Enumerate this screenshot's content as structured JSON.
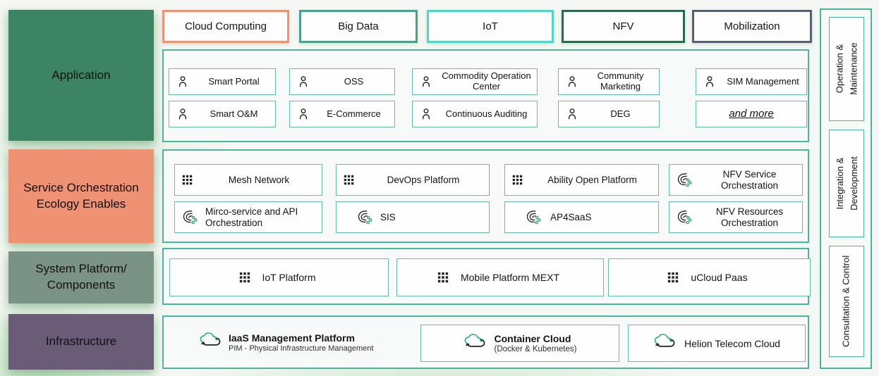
{
  "left_rows": [
    {
      "label": "Application",
      "color": "#3C8464"
    },
    {
      "label": "Service Orchestration Ecology Enables",
      "color": "#EF9173"
    },
    {
      "label": "System Platform/ Components",
      "color": "#7B9386"
    },
    {
      "label": "Infrastructure",
      "color": "#6A5B76"
    }
  ],
  "top_tabs": [
    {
      "label": "Cloud Computing",
      "border": "#EF9173"
    },
    {
      "label": "Big Data",
      "border": "#4AA188"
    },
    {
      "label": "IoT",
      "border": "#4FD6C4"
    },
    {
      "label": "NFV",
      "border": "#2D6B50"
    },
    {
      "label": "Mobilization",
      "border": "#57616F"
    }
  ],
  "application": {
    "items": [
      {
        "label": "Smart Portal",
        "icon": "person"
      },
      {
        "label": "OSS",
        "icon": "person"
      },
      {
        "label": "Commodity Operation Center",
        "icon": "person"
      },
      {
        "label": "Community Marketing",
        "icon": "person"
      },
      {
        "label": "SIM Management",
        "icon": "person"
      },
      {
        "label": "Smart O&M",
        "icon": "person"
      },
      {
        "label": "E-Commerce",
        "icon": "person"
      },
      {
        "label": "Continuous Auditing",
        "icon": "person"
      },
      {
        "label": "DEG",
        "icon": "person"
      },
      {
        "label": "and more",
        "icon": "none"
      }
    ]
  },
  "service_orchestration": {
    "items": [
      {
        "label": "Mesh Network",
        "icon": "grid"
      },
      {
        "label": "DevOps Platform",
        "icon": "grid"
      },
      {
        "label": "Ability Open Platform",
        "icon": "grid"
      },
      {
        "label": "NFV Service Orchestration",
        "icon": "orchestration"
      },
      {
        "label": "Mirco-service and API Orchestration",
        "icon": "orchestration"
      },
      {
        "label": "SIS",
        "icon": "orchestration"
      },
      {
        "label": "AP4SaaS",
        "icon": "orchestration"
      },
      {
        "label": "NFV Resources Orchestration",
        "icon": "orchestration"
      }
    ]
  },
  "system_platform": {
    "items": [
      {
        "label": "IoT Platform",
        "icon": "grid"
      },
      {
        "label": "Mobile Platform MEXT",
        "icon": "grid"
      },
      {
        "label": "uCloud Paas",
        "icon": "grid"
      }
    ]
  },
  "infrastructure": {
    "items": [
      {
        "title": "IaaS Management Platform",
        "subtitle": "PIM - Physical Infrastructure Management",
        "icon": "cloud-sync"
      },
      {
        "title": "Container Cloud",
        "subtitle": "(Docker & Kubernetes)",
        "icon": "cloud-sync"
      },
      {
        "title": "Helion Telecom Cloud",
        "subtitle": "",
        "icon": "cloud-sync"
      }
    ]
  },
  "right_rail": {
    "items": [
      {
        "line1": "Operation &",
        "line2": "Maintenance"
      },
      {
        "line1": "Integration &",
        "line2": "Development"
      },
      {
        "line1": "Consultation & Control",
        "line2": ""
      }
    ]
  },
  "colors": {
    "accent_teal": "#4AB59B",
    "item_border": "#5FC0A7",
    "icon_green": "#2FA87C",
    "text": "#141414"
  }
}
